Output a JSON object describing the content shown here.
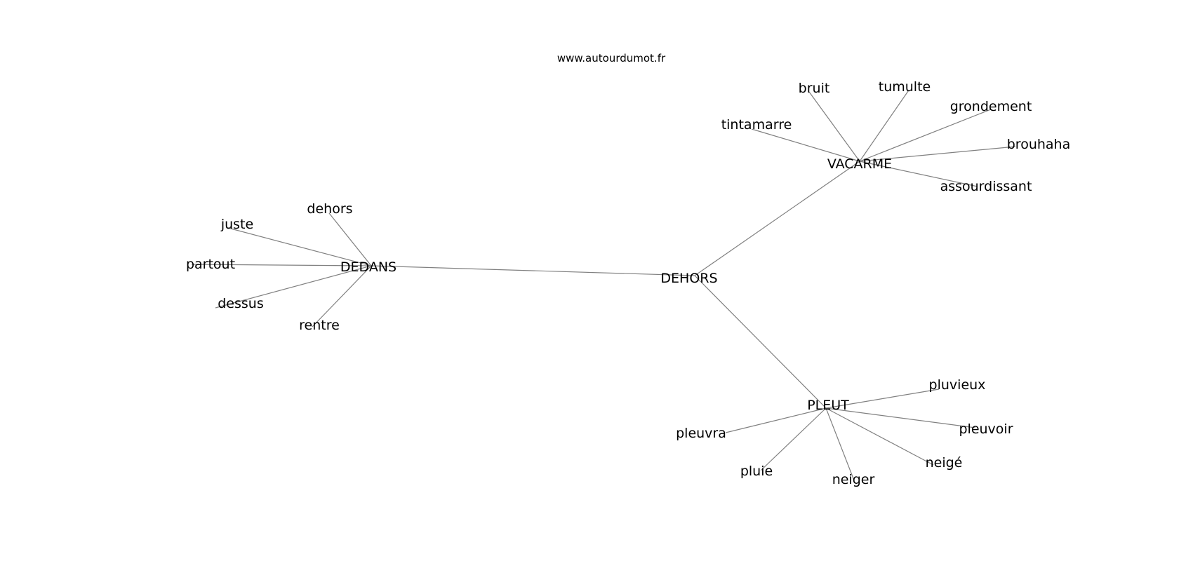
{
  "header": {
    "site": "www.autourdumot.fr"
  },
  "graph": {
    "edge_color": "#808080",
    "text_color": "#000000",
    "nodes": [
      {
        "id": "DEHORS",
        "label": "DEHORS"
      },
      {
        "id": "DEDANS",
        "label": "DEDANS"
      },
      {
        "id": "VACARME",
        "label": "VACARME"
      },
      {
        "id": "PLEUT",
        "label": "PLEUT"
      },
      {
        "id": "dehors",
        "label": "dehors"
      },
      {
        "id": "juste",
        "label": "juste"
      },
      {
        "id": "partout",
        "label": "partout"
      },
      {
        "id": "dessus",
        "label": "dessus"
      },
      {
        "id": "rentre",
        "label": "rentre"
      },
      {
        "id": "tintamarre",
        "label": "tintamarre"
      },
      {
        "id": "bruit",
        "label": "bruit"
      },
      {
        "id": "tumulte",
        "label": "tumulte"
      },
      {
        "id": "grondement",
        "label": "grondement"
      },
      {
        "id": "brouhaha",
        "label": "brouhaha"
      },
      {
        "id": "assourdissant",
        "label": "assourdissant"
      },
      {
        "id": "pluvieux",
        "label": "pluvieux"
      },
      {
        "id": "pleuvoir",
        "label": "pleuvoir"
      },
      {
        "id": "neige",
        "label": "neigé"
      },
      {
        "id": "neiger",
        "label": "neiger"
      },
      {
        "id": "pluie",
        "label": "pluie"
      },
      {
        "id": "pleuvra",
        "label": "pleuvra"
      }
    ],
    "edges": [
      [
        "DEHORS",
        "DEDANS"
      ],
      [
        "DEHORS",
        "VACARME"
      ],
      [
        "DEHORS",
        "PLEUT"
      ],
      [
        "DEDANS",
        "dehors"
      ],
      [
        "DEDANS",
        "juste"
      ],
      [
        "DEDANS",
        "partout"
      ],
      [
        "DEDANS",
        "dessus"
      ],
      [
        "DEDANS",
        "rentre"
      ],
      [
        "VACARME",
        "tintamarre"
      ],
      [
        "VACARME",
        "bruit"
      ],
      [
        "VACARME",
        "tumulte"
      ],
      [
        "VACARME",
        "grondement"
      ],
      [
        "VACARME",
        "brouhaha"
      ],
      [
        "VACARME",
        "assourdissant"
      ],
      [
        "PLEUT",
        "pluvieux"
      ],
      [
        "PLEUT",
        "pleuvoir"
      ],
      [
        "PLEUT",
        "neige"
      ],
      [
        "PLEUT",
        "neiger"
      ],
      [
        "PLEUT",
        "pluie"
      ],
      [
        "PLEUT",
        "pleuvra"
      ]
    ]
  }
}
